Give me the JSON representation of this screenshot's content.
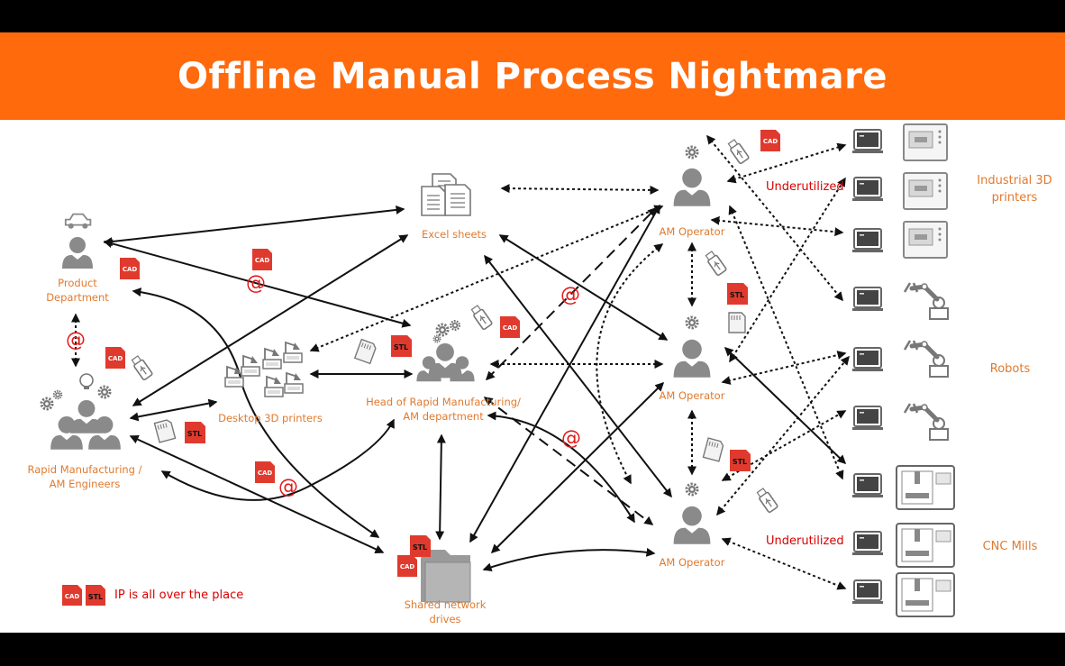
{
  "title": "Offline Manual Process Nightmare",
  "nodes": {
    "product": "Product\nDepartment",
    "engineers": "Rapid Manufacturing /\nAM Engineers",
    "desktop": "Desktop 3D printers",
    "excel": "Excel sheets",
    "head": "Head of Rapid Manufacturing/\nAM department",
    "shared": "Shared network\ndrives",
    "op1": "AM Operator",
    "op2": "AM Operator",
    "op3": "AM Operator"
  },
  "status": {
    "under1": "Underutilized",
    "under2": "Underutilized"
  },
  "groups": {
    "industrial": "Industrial 3D\nprinters",
    "robots": "Robots",
    "cnc": "CNC Mills"
  },
  "file_tags": {
    "cad": "CAD",
    "stl": "STL",
    "at": "@"
  },
  "legend": {
    "text": "IP is all over the place"
  },
  "colors": {
    "banner": "#ff6a0d",
    "accent": "#e07a2f",
    "alert": "#d90000"
  }
}
